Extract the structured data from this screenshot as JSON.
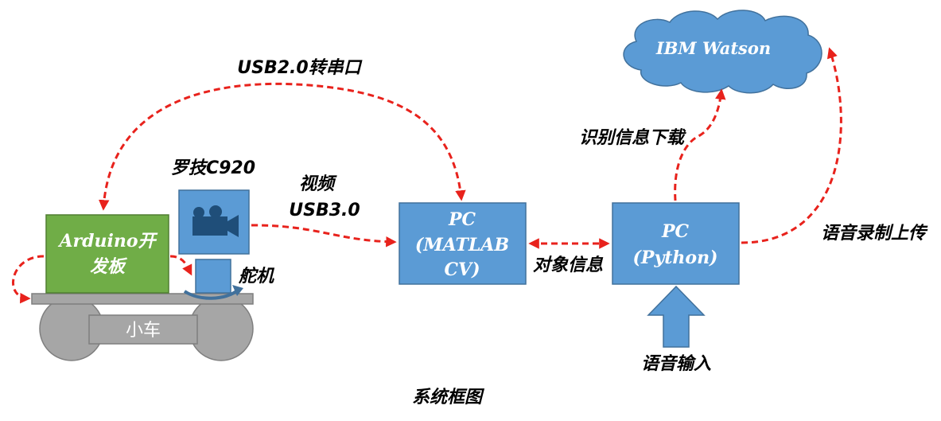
{
  "cloud": {
    "label": "IBM Watson"
  },
  "boxes": {
    "arduino": {
      "lines": [
        "Arduino开",
        "发板"
      ]
    },
    "pc_matlab": {
      "lines": [
        "PC",
        "(MATLAB",
        "CV)"
      ]
    },
    "pc_python": {
      "lines": [
        "PC",
        "(Python)"
      ]
    }
  },
  "camera": {
    "label": "罗技C920"
  },
  "servo": {
    "label": "舵机"
  },
  "car": {
    "label": "小车"
  },
  "edges": {
    "usb_serial": "USB2.0转串口",
    "video_line1": "视频",
    "video_line2": "USB3.0",
    "object_info": "对象信息",
    "recognition_download": "识别信息下载",
    "voice_upload": "语音录制上传",
    "voice_input": "语音输入"
  },
  "caption": "系统框图",
  "colors": {
    "box_blue": "#5b9bd5",
    "box_border": "#41719c",
    "arduino_green": "#70ad47",
    "arduino_border": "#507e32",
    "car_gray": "#a6a6a6",
    "car_border": "#7f7f7f",
    "dashed_arrow": "#e8221c",
    "camera_dark": "#1f4e79"
  }
}
